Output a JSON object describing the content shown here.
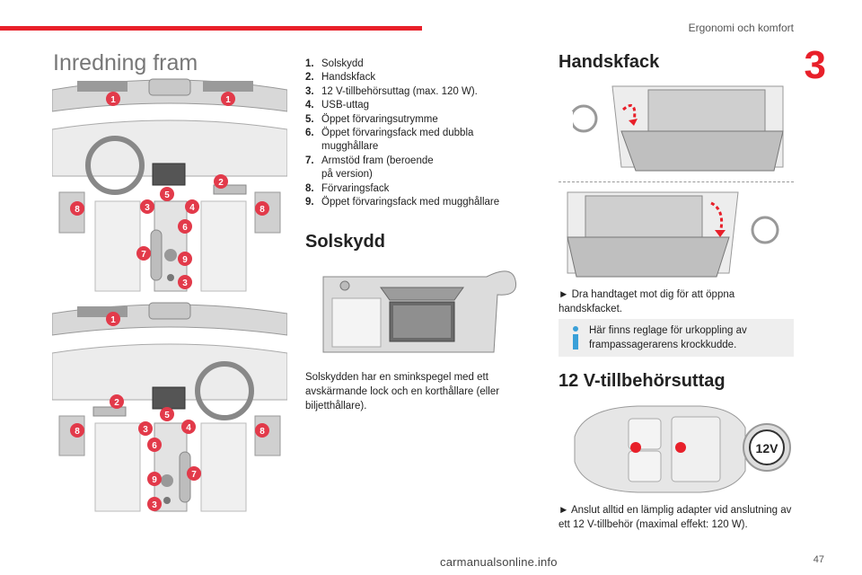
{
  "header": {
    "section": "Ergonomi och komfort",
    "chapter_number": "3",
    "page_number": "47"
  },
  "watermark": "carmanualsonline.info",
  "left": {
    "title": "Inredning fram",
    "callouts_top": [
      "1",
      "1",
      "2",
      "5",
      "3",
      "4",
      "6",
      "8",
      "8",
      "7",
      "9",
      "3"
    ],
    "callouts_bottom": [
      "1",
      "2",
      "5",
      "3",
      "4",
      "8",
      "8",
      "6",
      "9",
      "7",
      "3"
    ]
  },
  "items": [
    {
      "num": "1.",
      "text": "Solskydd"
    },
    {
      "num": "2.",
      "text": "Handskfack"
    },
    {
      "num": "3.",
      "text": "12 V-tillbehörsuttag (max. 120 W)."
    },
    {
      "num": "4.",
      "text": "USB-uttag"
    },
    {
      "num": "5.",
      "text": "Öppet förvaringsutrymme"
    },
    {
      "num": "6.",
      "text": "Öppet förvaringsfack med dubbla mugghållare"
    },
    {
      "num": "7.",
      "text": "Armstöd fram (beroende på version)"
    },
    {
      "num": "8.",
      "text": "Förvaringsfack"
    },
    {
      "num": "9.",
      "text": "Öppet förvaringsfack med mugghållare"
    }
  ],
  "solskydd": {
    "title": "Solskydd",
    "text": "Solskydden har en sminkspegel med ett avskärmande lock och en korthållare (eller biljetthållare)."
  },
  "handskfack": {
    "title": "Handskfack",
    "instruction": "► Dra handtaget mot dig för att öppna handskfacket.",
    "info": "Här finns reglage för urkoppling av frampassagerarens krockkudde."
  },
  "outlet": {
    "title": "12 V-tillbehörsuttag",
    "badge": "12V",
    "instruction": "► Anslut alltid en lämplig adapter vid anslutning av ett 12 V-tillbehör (maximal effekt: 120 W)."
  },
  "colors": {
    "accent": "#e8202a",
    "info_blue": "#3aa0d8",
    "infobox_bg": "#eeeeee"
  }
}
